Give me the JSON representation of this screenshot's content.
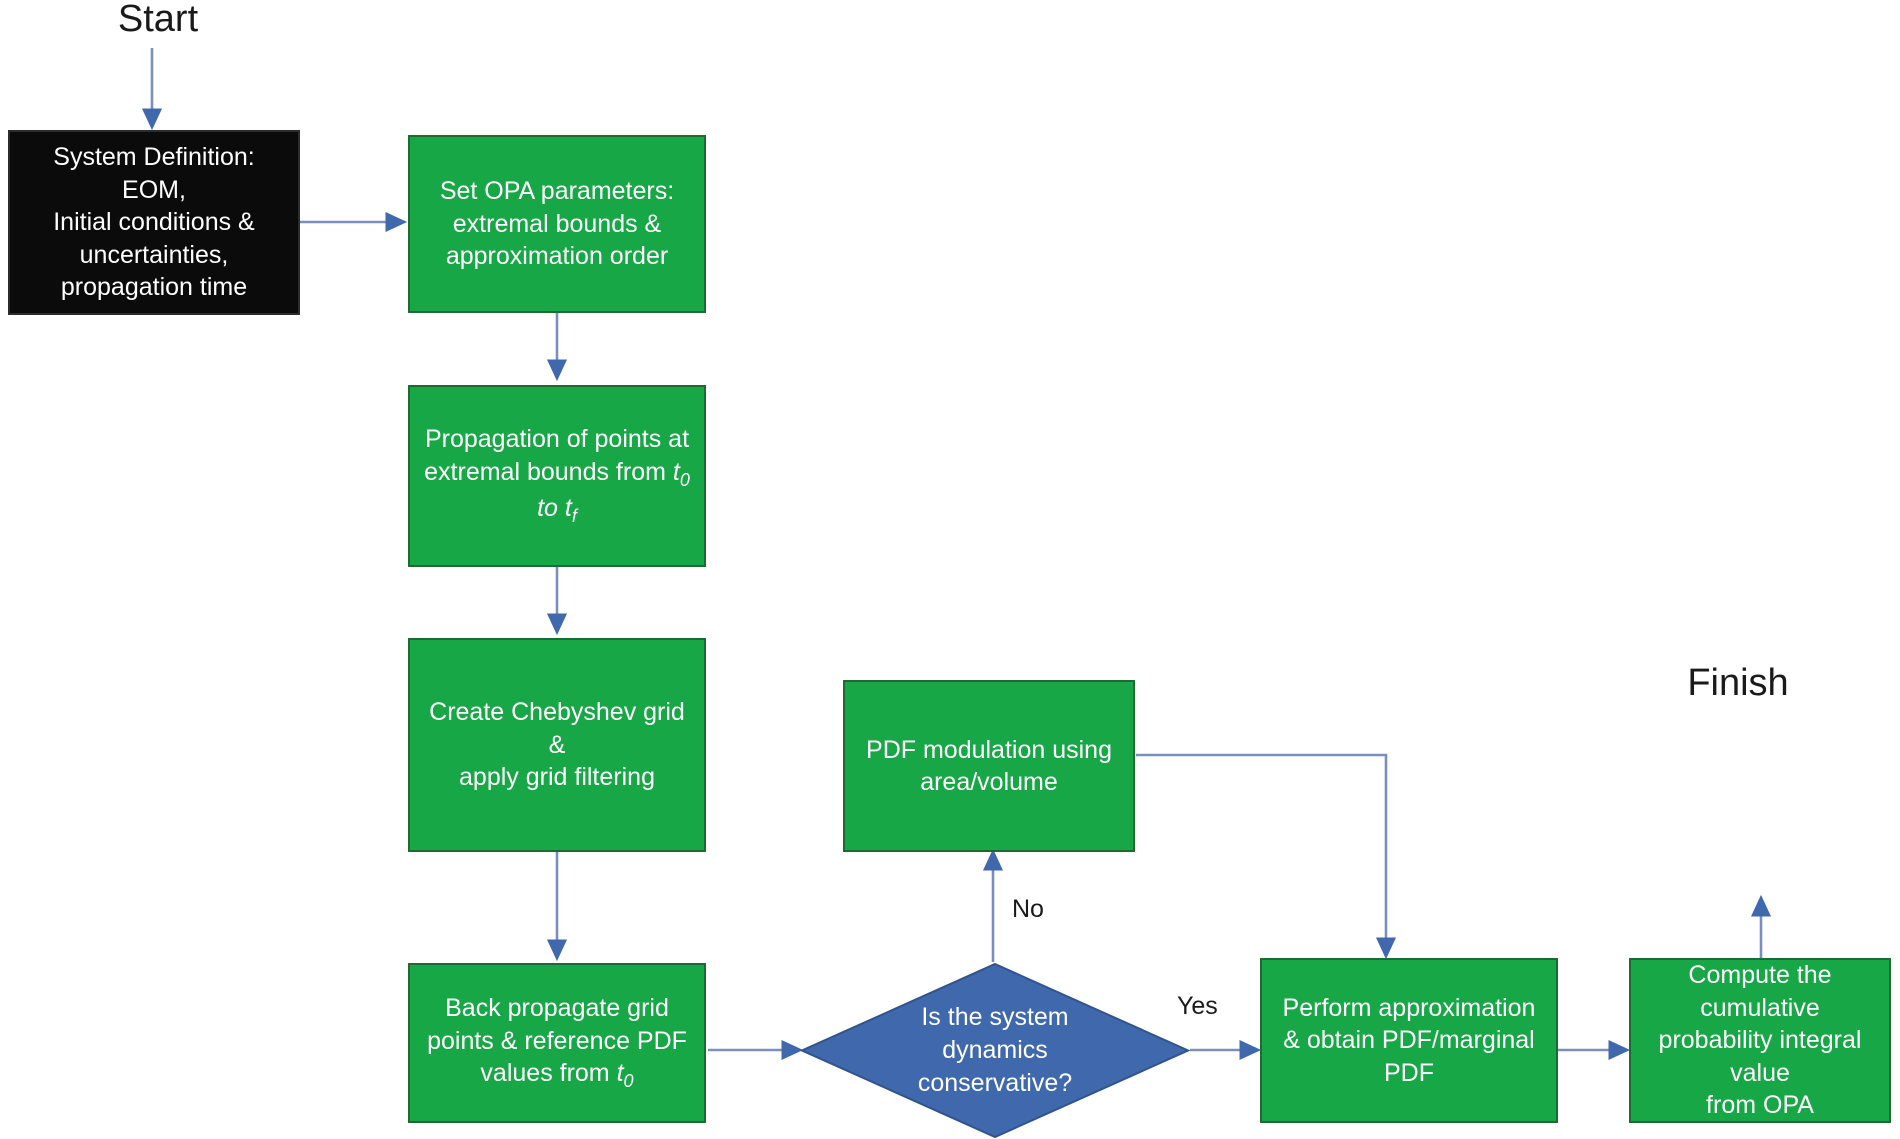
{
  "diagram": {
    "title": "OPA uncertainty propagation flowchart",
    "colors": {
      "process_fill": "#18a747",
      "process_border": "#1d6b33",
      "start_fill": "#0b0b0b",
      "decision_fill": "#3f68ad",
      "decision_border": "#32548c",
      "connector": "#7a8fc0",
      "arrow_head": "#3f68ad",
      "text_on_fill": "#ffffff",
      "label_text": "#1a1a1a",
      "background": "#ffffff"
    },
    "terminals": {
      "start": "Start",
      "finish": "Finish"
    },
    "nodes": [
      {
        "id": "system-definition",
        "type": "process-start",
        "lines": [
          "System Definition: EOM,",
          "Initial conditions &",
          "uncertainties,",
          "propagation time"
        ]
      },
      {
        "id": "set-opa-parameters",
        "type": "process",
        "lines": [
          "Set OPA parameters:",
          "extremal bounds &",
          "approximation order"
        ]
      },
      {
        "id": "propagation-of-points",
        "type": "process",
        "lines": [
          "Propagation of points at",
          "extremal bounds from t0",
          "to tf"
        ]
      },
      {
        "id": "create-chebyshev-grid",
        "type": "process",
        "lines": [
          "Create Chebyshev grid &",
          "apply grid filtering"
        ]
      },
      {
        "id": "back-propagate-grid",
        "type": "process",
        "lines": [
          "Back propagate grid",
          "points & reference PDF",
          "values from t0"
        ]
      },
      {
        "id": "pdf-modulation",
        "type": "process",
        "lines": [
          "PDF modulation using",
          "area/volume"
        ]
      },
      {
        "id": "system-dynamics-conservative",
        "type": "decision",
        "lines": [
          "Is the system",
          "dynamics",
          "conservative?"
        ]
      },
      {
        "id": "perform-approximation",
        "type": "process",
        "lines": [
          "Perform approximation",
          "& obtain PDF/marginal",
          "PDF"
        ]
      },
      {
        "id": "compute-cumulative",
        "type": "process",
        "lines": [
          "Compute the cumulative",
          "probability integral value",
          "from OPA"
        ]
      }
    ],
    "edge_labels": {
      "no": "No",
      "yes": "Yes"
    },
    "subscripts": {
      "t_zero": "0",
      "t_final": "f"
    }
  }
}
